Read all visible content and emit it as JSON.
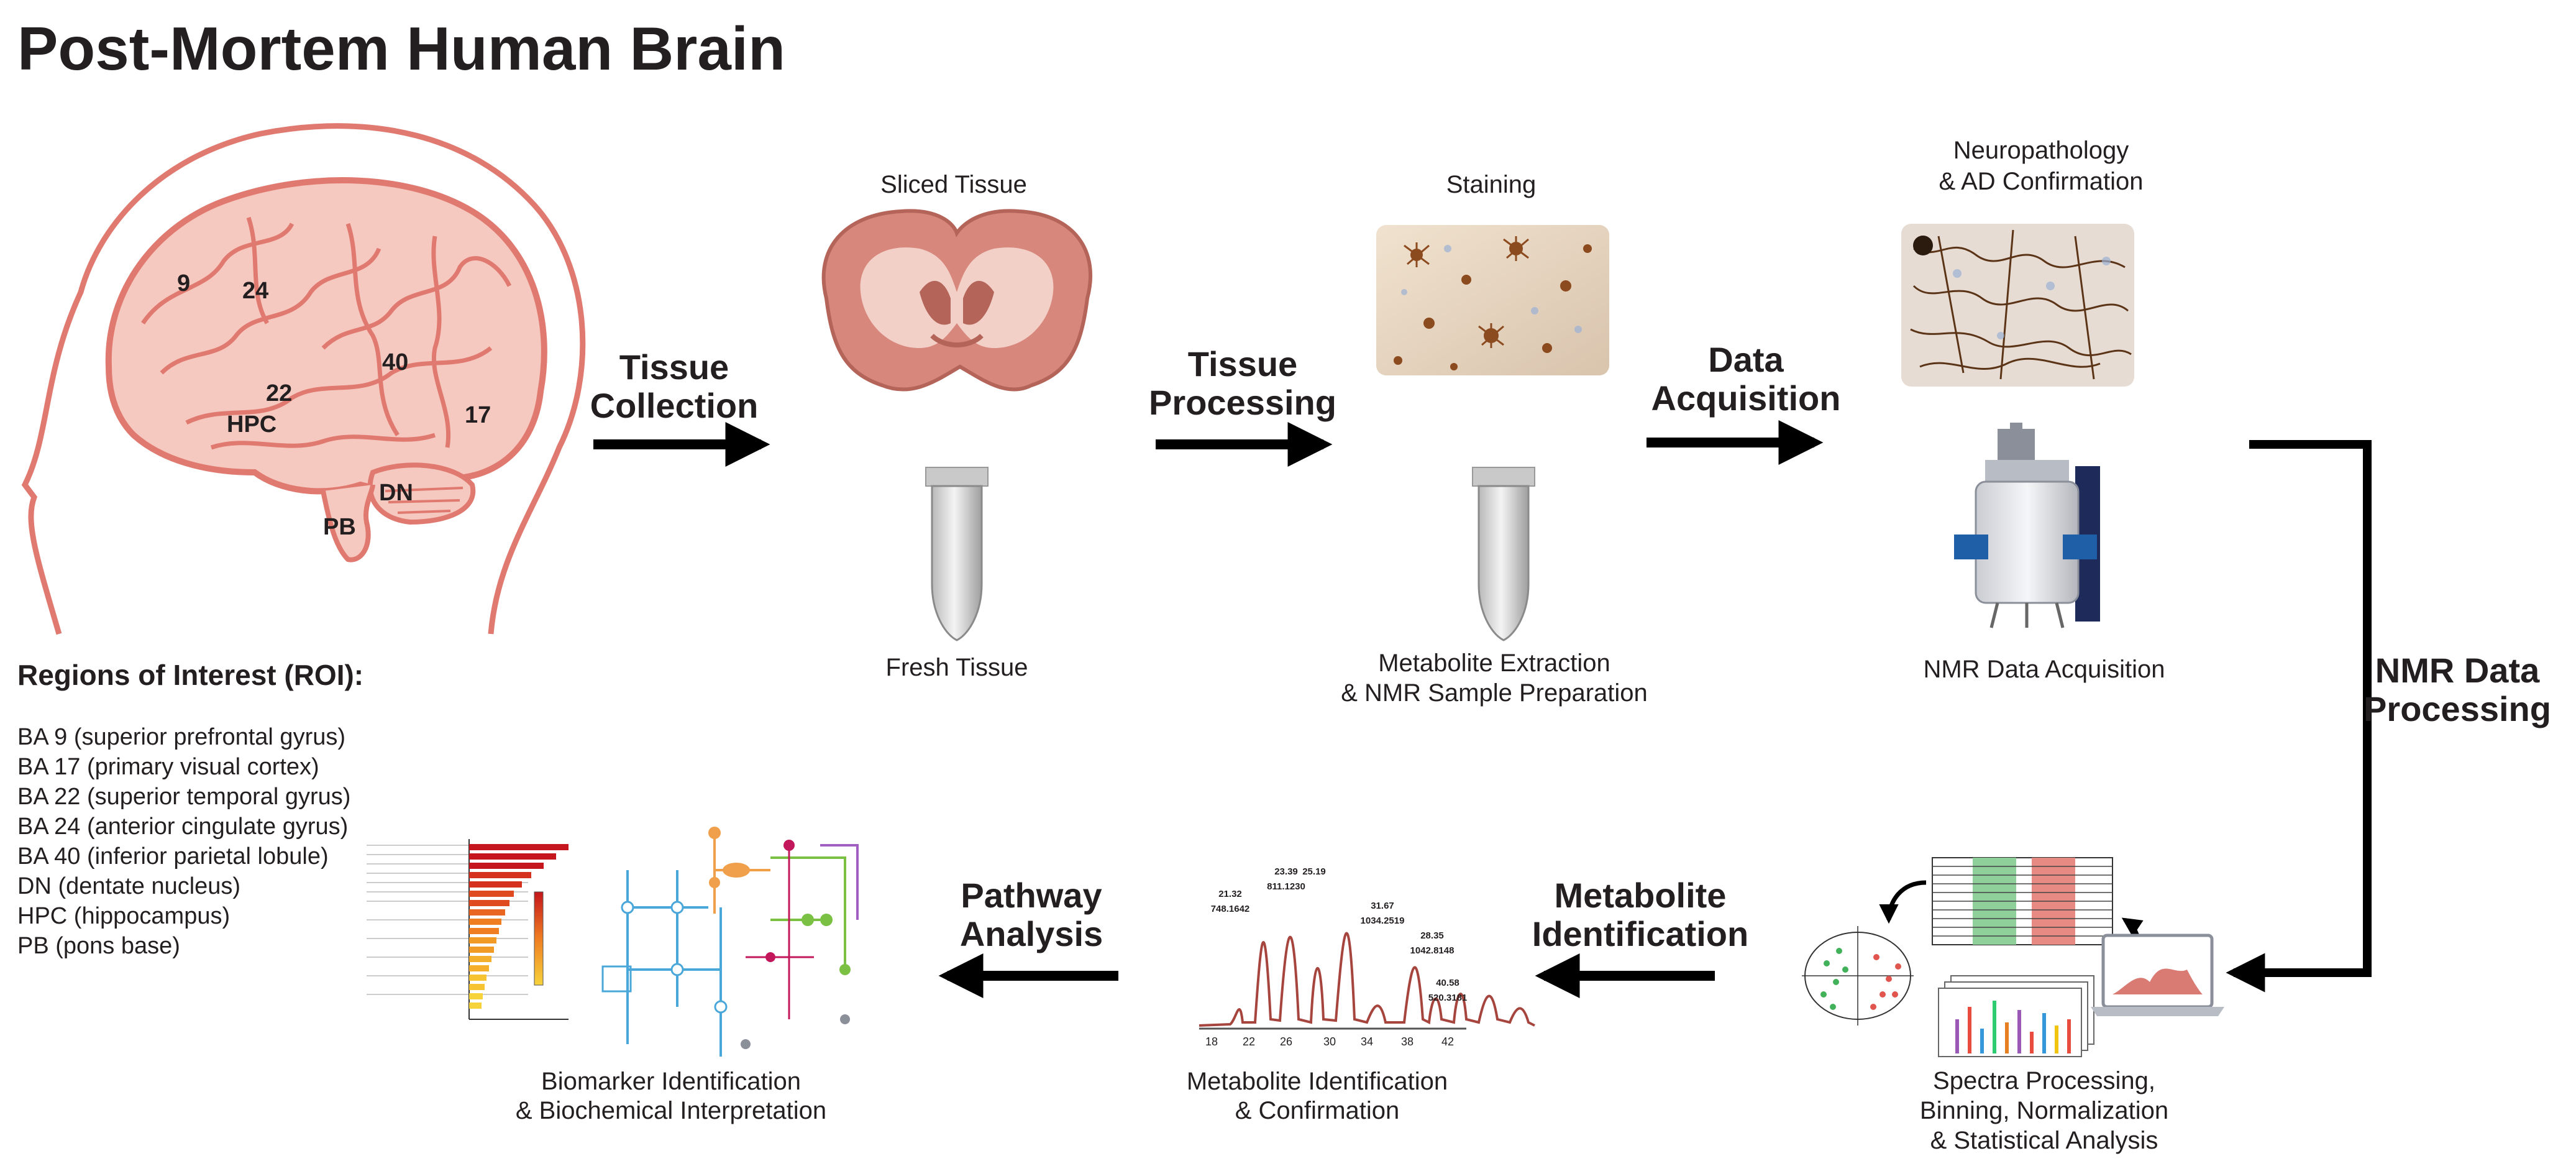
{
  "title": "Post-Mortem Human Brain",
  "brain_labels": {
    "ba9": "9",
    "ba24": "24",
    "ba40": "40",
    "ba22": "22",
    "ba17": "17",
    "hpc": "HPC",
    "dn": "DN",
    "pb": "PB"
  },
  "steps": {
    "tissue_collection": [
      "Tissue",
      "Collection"
    ],
    "tissue_processing": [
      "Tissue",
      "Processing"
    ],
    "data_acquisition": [
      "Data",
      "Acquisition"
    ],
    "nmr_data_processing": [
      "NMR Data",
      "Processing"
    ],
    "metabolite_identification": [
      "Metabolite",
      "Identification"
    ],
    "pathway_analysis": [
      "Pathway",
      "Analysis"
    ]
  },
  "captions": {
    "sliced_tissue": "Sliced Tissue",
    "fresh_tissue": "Fresh Tissue",
    "staining": "Staining",
    "metabolite_extraction": [
      "Metabolite Extraction",
      "& NMR Sample Preparation"
    ],
    "neuropathology": [
      "Neuropathology",
      "& AD Confirmation"
    ],
    "nmr_acquisition": "NMR Data Acquisition",
    "spectra_processing": [
      "Spectra Processing,",
      "Binning, Normalization",
      "& Statistical Analysis"
    ],
    "metabolite_confirmation": [
      "Metabolite Identification",
      "& Confirmation"
    ],
    "biomarker": [
      "Biomarker Identification",
      "& Biochemical Interpretation"
    ]
  },
  "roi": {
    "heading": "Regions of Interest (ROI):",
    "items": [
      "BA 9 (superior prefrontal gyrus)",
      "BA 17 (primary visual cortex)",
      "BA 22 (superior temporal gyrus)",
      "BA 24 (anterior cingulate gyrus)",
      "BA 40 (inferior parietal lobule)",
      "DN (dentate nucleus)",
      "HPC (hippocampus)",
      "PB (pons base)"
    ]
  },
  "spectrum": {
    "peak_labels": [
      "21.32",
      "748.1642",
      "23.39",
      "811.1230",
      "25.19",
      "31.67",
      "1034.2519",
      "28.35",
      "1042.8148",
      "40.58",
      "520.3181"
    ],
    "axis_ticks": [
      "18",
      "22",
      "26",
      "30",
      "34",
      "38",
      "42"
    ]
  },
  "colors": {
    "brain_fill": "#f6c9c0",
    "brain_outline": "#e07a70",
    "arrow": "#000000",
    "heat_high": "#c4161c",
    "heat_low": "#f7d33b"
  }
}
